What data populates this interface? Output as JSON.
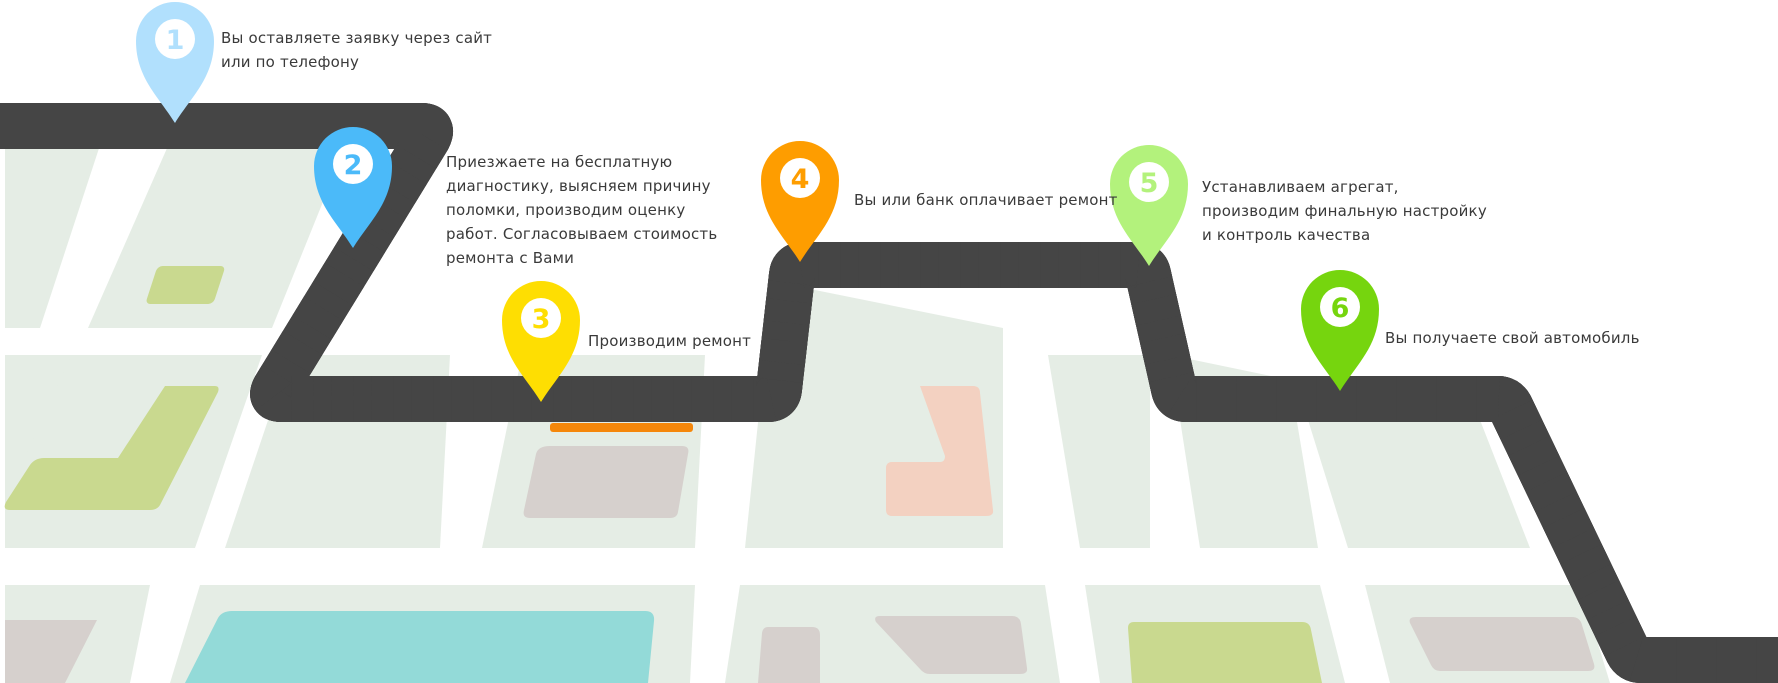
{
  "colors": {
    "background": "#ffffff",
    "block": "#e5ede5",
    "road": "#454545",
    "road_edge": "#ffffff",
    "road_outline": "#454545",
    "lane_marking": "#ffffff",
    "green_area": "#c9d98f",
    "beige_area": "#d6d0cd",
    "pink_area": "#f3d1c1",
    "water_area": "#93dad8",
    "orange_marker": "#f5870a"
  },
  "steps": [
    {
      "number": "1",
      "color": "#b1e0fd",
      "lines": [
        "Вы оставляете заявку через сайт",
        "или по телефону"
      ]
    },
    {
      "number": "2",
      "color": "#4bbaf9",
      "lines": [
        "Приезжаете на бесплатную",
        "диагностику, выясняем причину",
        "поломки, производим оценку",
        "работ. Согласовываем стоимость",
        "ремонта с Вами"
      ]
    },
    {
      "number": "3",
      "color": "#fede02",
      "lines": [
        "Производим ремонт"
      ]
    },
    {
      "number": "4",
      "color": "#fe9d00",
      "lines": [
        "Вы или банк оплачивает ремонт"
      ]
    },
    {
      "number": "5",
      "color": "#b3f27c",
      "lines": [
        "Устанавливаем агрегат,",
        "производим финальную настройку",
        "и контроль качества"
      ]
    },
    {
      "number": "6",
      "color": "#76d50e",
      "lines": [
        "Вы получаете свой автомобиль"
      ]
    }
  ]
}
